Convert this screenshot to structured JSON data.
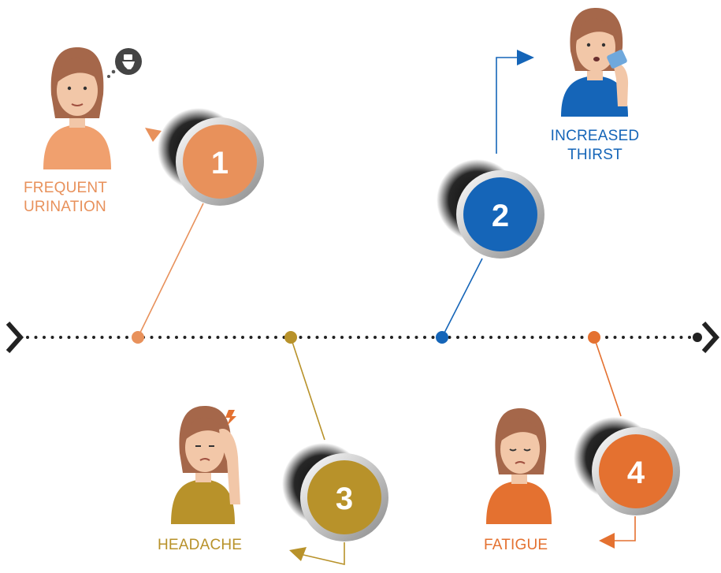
{
  "colors": {
    "frequent_urination": "#E8915B",
    "increased_thirst": "#1565B8",
    "headache": "#B8922A",
    "fatigue": "#E47130",
    "timeline": "#222222",
    "skin": "#F2C7A8",
    "hair": "#A5674A"
  },
  "symptoms": [
    {
      "number": "1",
      "line1": "FREQUENT",
      "line2": "URINATION"
    },
    {
      "number": "2",
      "line1": "INCREASED",
      "line2": "THIRST"
    },
    {
      "number": "3",
      "line1": "HEADACHE",
      "line2": ""
    },
    {
      "number": "4",
      "line1": "FATIGUE",
      "line2": ""
    }
  ],
  "icons": {
    "timeline_start": "chevron-right-icon",
    "timeline_end": "chevron-right-icon",
    "toilet": "toilet-icon",
    "water_glass": "glass-icon",
    "lightning": "lightning-icon"
  }
}
